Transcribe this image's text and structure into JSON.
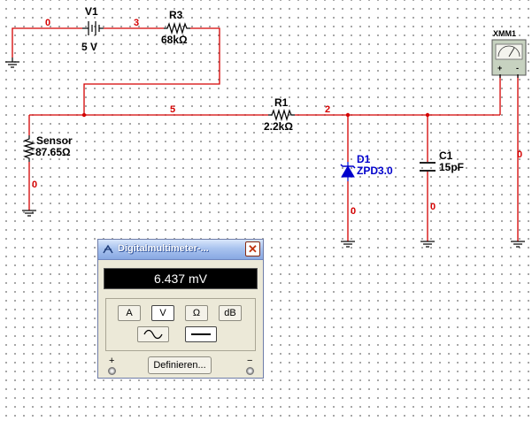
{
  "nets": {
    "n0_top": "0",
    "n3": "3",
    "n5": "5",
    "n2": "2",
    "n0_sensor": "0",
    "n0_d1": "0",
    "n0_c1": "0",
    "n0_xmm": "0"
  },
  "components": {
    "v1": {
      "ref": "V1",
      "value": "5 V"
    },
    "r3": {
      "ref": "R3",
      "value": "68kΩ"
    },
    "r1": {
      "ref": "R1",
      "value": "2.2kΩ"
    },
    "sensor": {
      "ref": "Sensor",
      "value": "87.65Ω"
    },
    "d1": {
      "ref": "D1",
      "value": "ZPD3.0"
    },
    "c1": {
      "ref": "C1",
      "value": "15pF"
    },
    "xmm1": {
      "ref": "XMM1",
      "plus": "+",
      "minus": "-"
    }
  },
  "multimeter": {
    "title": "Digitalmultimeter-...",
    "close_label": "✕",
    "reading": "6.437 mV",
    "modes": [
      "A",
      "V",
      "Ω",
      "dB"
    ],
    "active_mode": "V",
    "define_label": "Definieren...",
    "plus_label": "+",
    "minus_label": "−"
  },
  "colors": {
    "wire_red": "#d40000",
    "label_blue": "#0000cc",
    "background": "#ffffff"
  }
}
